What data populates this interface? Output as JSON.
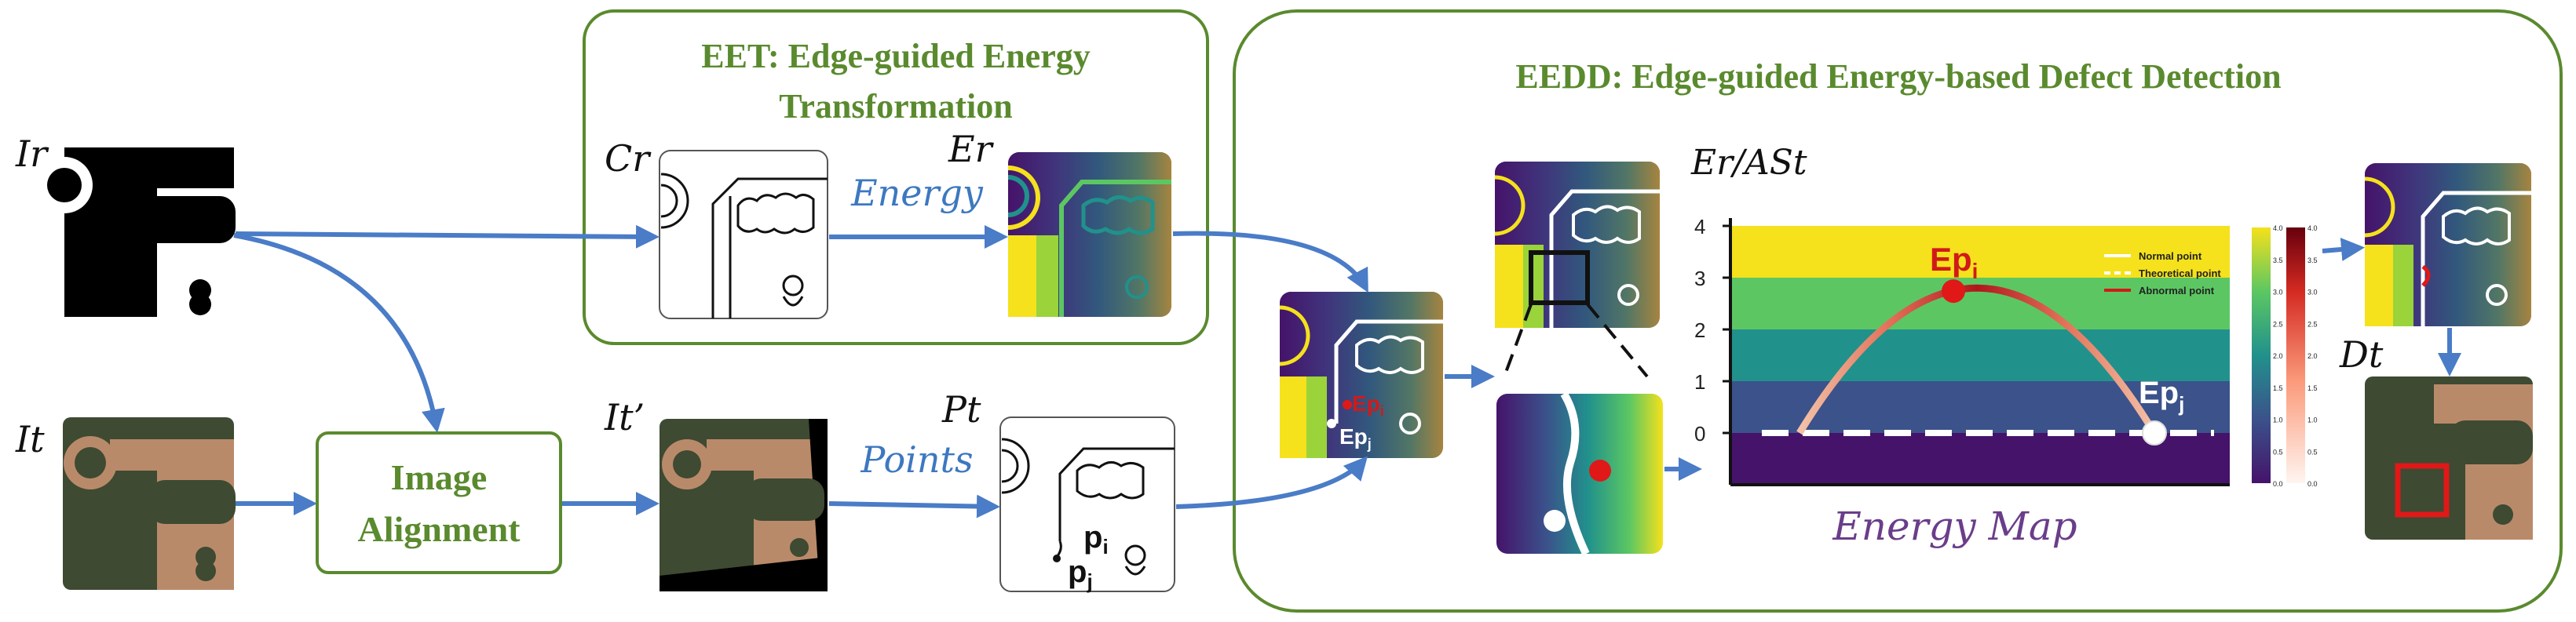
{
  "colors": {
    "green_frame": "#5a8a2e",
    "arrow_blue": "#4a7cc7",
    "pcb_dark": "#3e4a32",
    "pcb_copper": "#b98a6a",
    "defect_red": "#e01818"
  },
  "eet": {
    "title_line1": "EET: Edge-guided Energy",
    "title_line2": "Transformation"
  },
  "eedd": {
    "title": "EEDD: Edge-guided Energy-based Defect Detection"
  },
  "labels": {
    "ir": "Ir",
    "it": "It",
    "cr": "Cr",
    "er": "Er",
    "it_prime": "It’",
    "pt": "Pt",
    "energy": "Energy",
    "points": "Points",
    "dt": "Dt",
    "energy_map": "Energy Map",
    "axis_title": "Er/ASt"
  },
  "alignment": {
    "line1": "Image",
    "line2": "Alignment"
  },
  "points": {
    "pi": "p",
    "pi_sub": "i",
    "pj": "p",
    "pj_sub": "j",
    "ep": "Ep",
    "epi_sub": "i",
    "epj_sub": "j"
  },
  "chart_data": {
    "type": "area",
    "y_ticks": [
      "4",
      "3",
      "2",
      "1",
      "0"
    ],
    "ylim": [
      -1,
      4
    ],
    "bands": [
      {
        "from": 3,
        "to": 4,
        "color": "#f5e11c"
      },
      {
        "from": 2,
        "to": 3,
        "color": "#5cc762"
      },
      {
        "from": 1,
        "to": 2,
        "color": "#21918c"
      },
      {
        "from": 0,
        "to": 1,
        "color": "#3b528b"
      },
      {
        "from": -1,
        "to": 0,
        "color": "#45136a"
      }
    ],
    "legend": [
      {
        "name": "Normal point",
        "color": "#ffffff",
        "style": "solid"
      },
      {
        "name": "Theoretical point",
        "color": "#ffffff",
        "style": "dashed"
      },
      {
        "name": "Abnormal point",
        "color": "#d01a1a",
        "style": "solid"
      }
    ],
    "legend_placement": "top-right",
    "colorbar1_ticks": [
      "4.0",
      "3.5",
      "3.0",
      "2.5",
      "2.0",
      "1.5",
      "1.0",
      "0.5",
      "0.0"
    ],
    "colorbar2_ticks": [
      "4.0",
      "3.5",
      "3.0",
      "2.5",
      "2.0",
      "1.5",
      "1.0",
      "0.5",
      "0.0"
    ]
  }
}
